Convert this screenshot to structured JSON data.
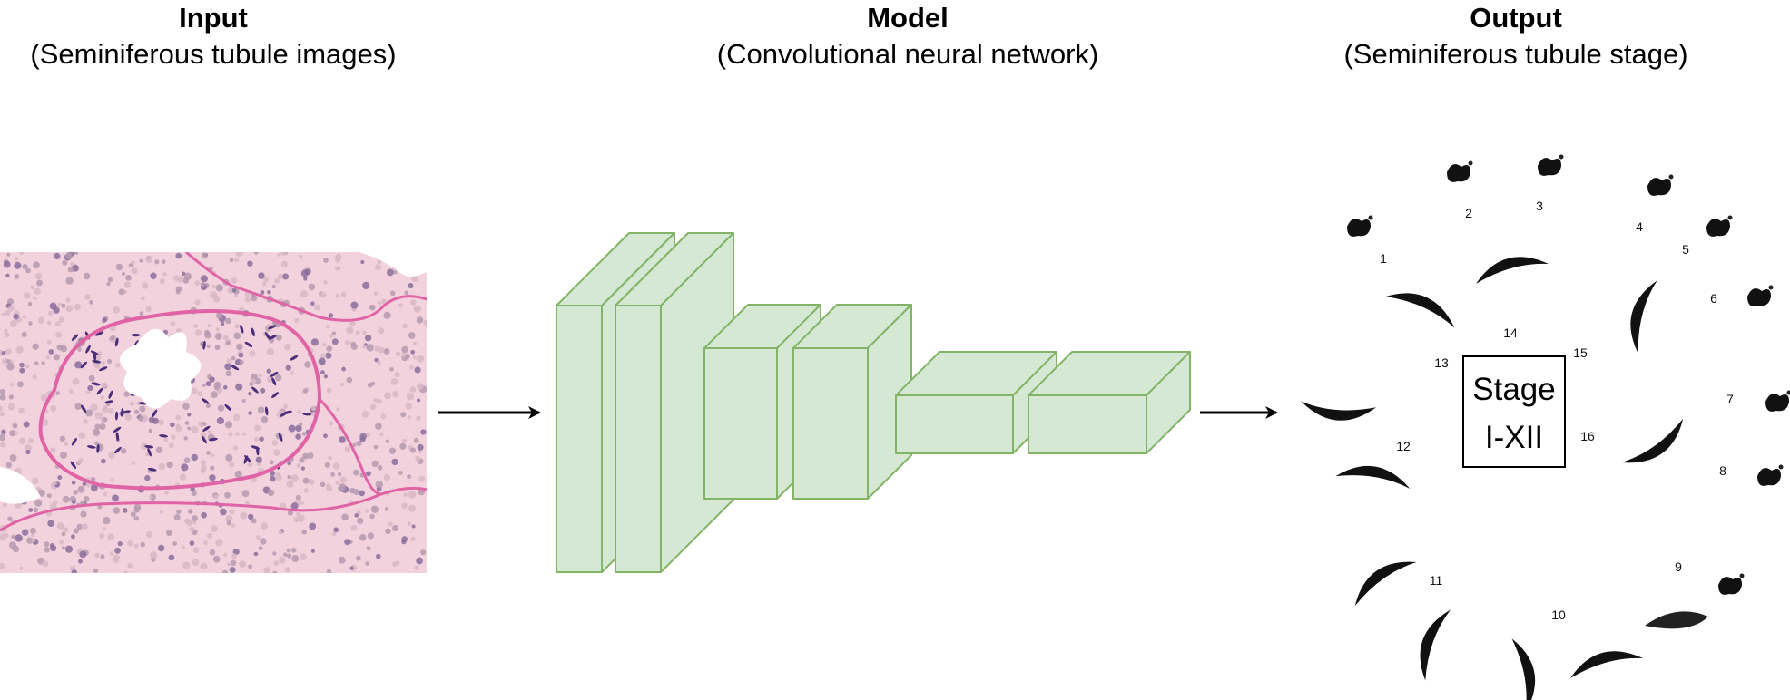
{
  "columns": {
    "input": {
      "title": "Input",
      "subtitle": "(Seminiferous tubule images)"
    },
    "model": {
      "title": "Model",
      "subtitle": "(Convolutional neural network)"
    },
    "output": {
      "title": "Output",
      "subtitle": "(Seminiferous tubule stage)"
    }
  },
  "stage_box": {
    "line1": "Stage",
    "line2": "I-XII"
  },
  "step_numbers": [
    "1",
    "2",
    "3",
    "4",
    "5",
    "6",
    "7",
    "8",
    "9",
    "10",
    "11",
    "12",
    "13",
    "14",
    "15",
    "16"
  ],
  "colors": {
    "cnn_fill": "#d5e8d4",
    "cnn_stroke": "#82b366",
    "tissue_bg": "#f2d2dc",
    "basement_membrane": "#e063a6",
    "nuclei": "#5a3f86"
  },
  "icons": {
    "arrow": "arrow-right-icon"
  }
}
